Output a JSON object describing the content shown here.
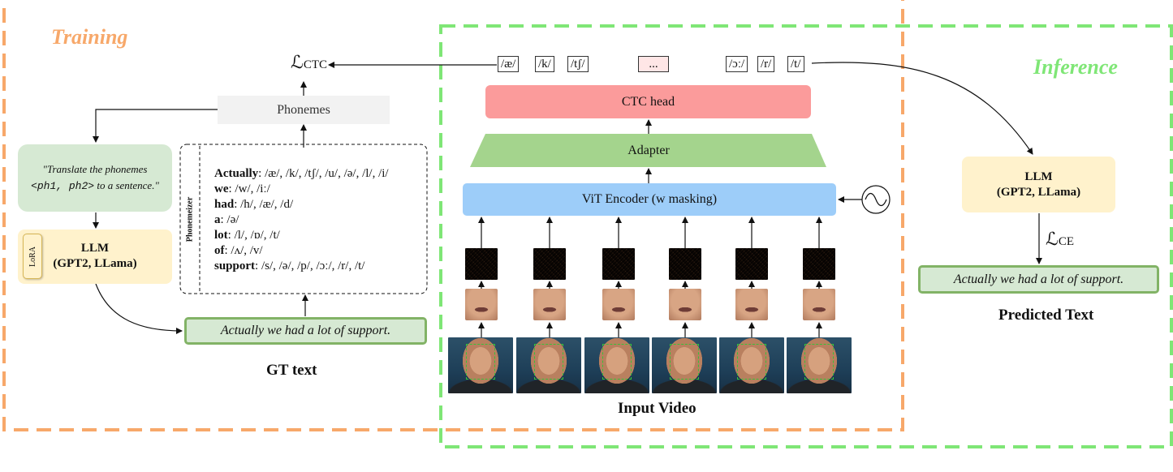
{
  "sections": {
    "training": "Training",
    "inference": "Inference"
  },
  "loss": {
    "ctc_script": "ℒ",
    "ctc_sub": "CTC",
    "ce_script": "ℒ",
    "ce_sub": "CE"
  },
  "phoneme_tokens": [
    "/æ/",
    "/k/",
    "/tʃ/",
    "...",
    "/ɔː/",
    "/r/",
    "/t/"
  ],
  "pipeline": {
    "ctc_head": "CTC head",
    "adapter": "Adapter",
    "vit_encoder": "ViT Encoder (w masking)"
  },
  "training": {
    "phonemes_box": "Phonemes",
    "prompt_line1": "\"Translate the phonemes",
    "prompt_line2_code": "<ph1, ph2>",
    "prompt_line2_rest": " to a sentence.\"",
    "llm_title": "LLM",
    "llm_models": "(GPT2, LLama)",
    "lora_label": "LoRA",
    "phonemeizer_label": "Phonemeizer",
    "gt_sentence": "Actually we had a lot of support.",
    "gt_caption": "GT text",
    "dictionary": [
      {
        "word": "Actually",
        "phonemes": ": /æ/, /k/, /tʃ/, /u/, /ə/, /l/, /i/"
      },
      {
        "word": "we",
        "phonemes": ": /w/, /iː/"
      },
      {
        "word": "had",
        "phonemes": ": /h/, /æ/, /d/"
      },
      {
        "word": "a",
        "phonemes": ": /ə/"
      },
      {
        "word": "lot",
        "phonemes": ": /l/, /ɒ/, /t/"
      },
      {
        "word": "of",
        "phonemes": ": /ʌ/, /v/"
      },
      {
        "word": "support",
        "phonemes": ": /s/, /ə/, /p/, /ɔː/, /r/, /t/"
      }
    ]
  },
  "inference": {
    "llm_title": "LLM",
    "llm_models": "(GPT2, LLama)",
    "predicted_sentence": "Actually we had a lot of support.",
    "predicted_caption": "Predicted Text"
  },
  "input_video_caption": "Input Video",
  "icons": {
    "noise_source": "sine-wave-icon"
  },
  "colors": {
    "training_border": "#f7a86a",
    "inference_border": "#7fe676",
    "ctc_head": "#fb9b9b",
    "adapter": "#a4d48d",
    "vit": "#9dcdf9",
    "prompt_box": "#d6e9d3",
    "llm_box": "#fff2cc",
    "sentence_box_fill": "#d6e9d3",
    "sentence_box_border": "#82b366",
    "phonemes_box": "#f2f2f2",
    "token_fill": "#ffe6e6"
  }
}
